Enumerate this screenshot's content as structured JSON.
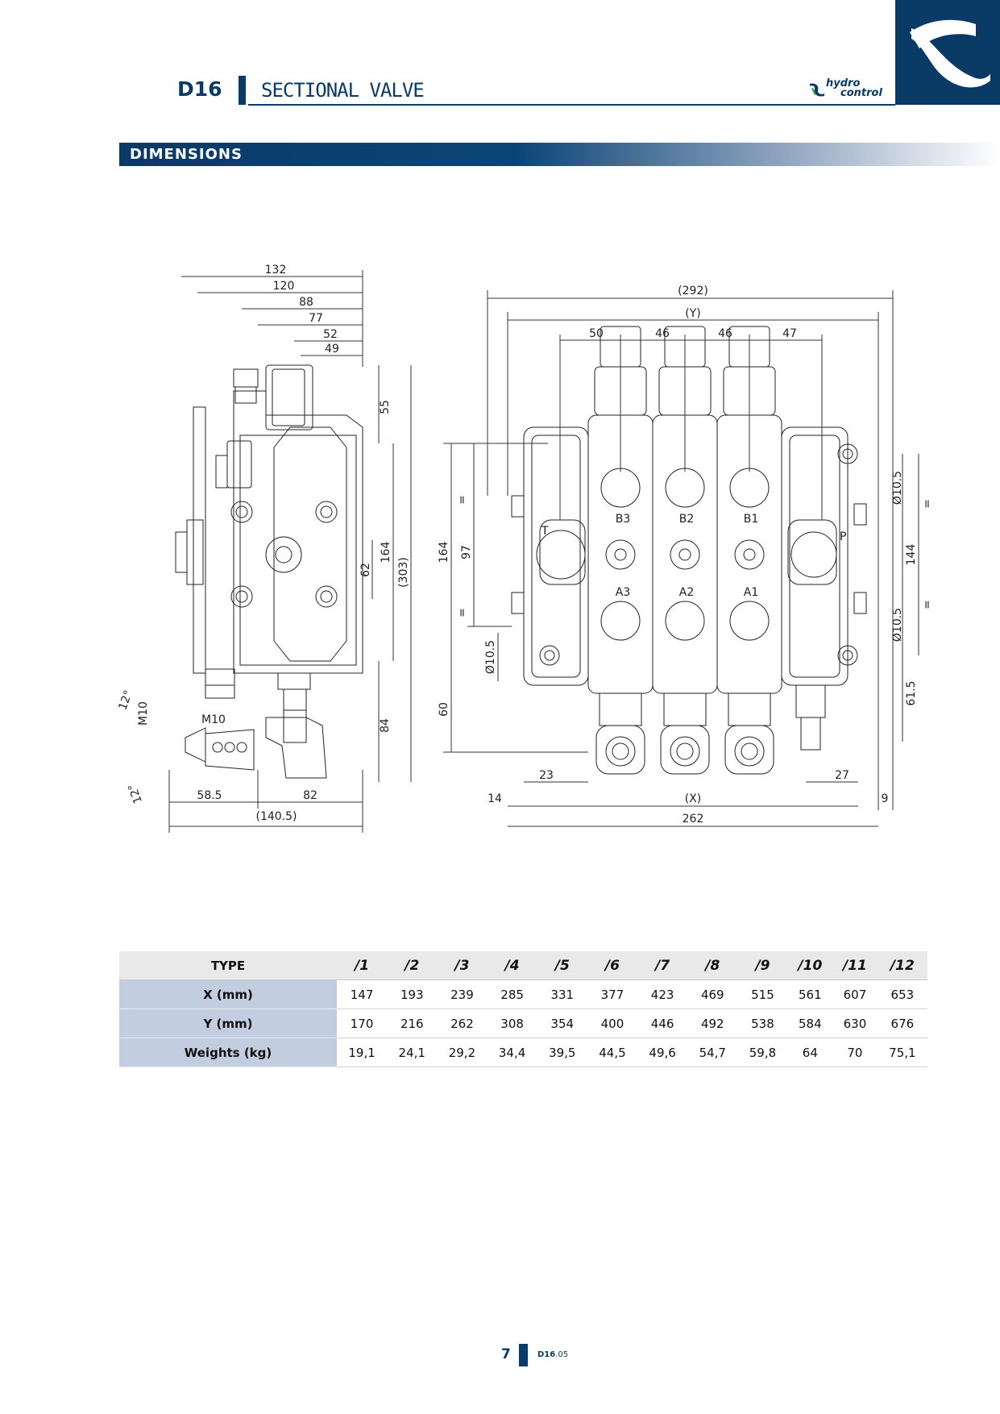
{
  "header": {
    "code": "D16",
    "title": "SECTIONAL VALVE",
    "brand_line1": "hydro",
    "brand_line2": "control"
  },
  "section": {
    "title": "DIMENSIONS"
  },
  "drawing": {
    "side_view": {
      "d132": "132",
      "d120": "120",
      "d88": "88",
      "d77": "77",
      "d52": "52",
      "d49": "49",
      "d55": "55",
      "d62": "62",
      "d164": "164",
      "d303": "(303)",
      "d84": "84",
      "d58_5": "58.5",
      "d82": "82",
      "d140_5": "(140.5)",
      "m10_thread": "M10",
      "m10_label": "M10",
      "angle_top": "12°",
      "angle_bottom": "12°"
    },
    "front_view": {
      "d292": "(292)",
      "dY": "(Y)",
      "d50": "50",
      "d46a": "46",
      "d46b": "46",
      "d47": "47",
      "d164": "164",
      "d97": "97",
      "d60": "60",
      "dia_left": "Ø10.5",
      "d23": "23",
      "d14": "14",
      "dX": "(X)",
      "d262": "262",
      "d27": "27",
      "d9": "9",
      "dia_right_top": "Ø10.5",
      "dia_right_bottom": "Ø10.5",
      "d144": "144",
      "d61_5": "61.5",
      "eq": "=",
      "ports": {
        "T": "T",
        "P": "P",
        "B3": "B3",
        "B2": "B2",
        "B1": "B1",
        "A3": "A3",
        "A2": "A2",
        "A1": "A1"
      }
    }
  },
  "table": {
    "header_label": "TYPE",
    "columns": [
      "/1",
      "/2",
      "/3",
      "/4",
      "/5",
      "/6",
      "/7",
      "/8",
      "/9",
      "/10",
      "/11",
      "/12"
    ],
    "rows": [
      {
        "label": "X (mm)",
        "values": [
          "147",
          "193",
          "239",
          "285",
          "331",
          "377",
          "423",
          "469",
          "515",
          "561",
          "607",
          "653"
        ]
      },
      {
        "label": "Y (mm)",
        "values": [
          "170",
          "216",
          "262",
          "308",
          "354",
          "400",
          "446",
          "492",
          "538",
          "584",
          "630",
          "676"
        ]
      },
      {
        "label": "Weights (kg)",
        "values": [
          "19,1",
          "24,1",
          "29,2",
          "34,4",
          "39,5",
          "44,5",
          "49,6",
          "54,7",
          "59,8",
          "64",
          "70",
          "75,1"
        ]
      }
    ]
  },
  "footer": {
    "page_number": "7",
    "doc_code_bold": "D16",
    "doc_code_rev": ".05"
  },
  "colors": {
    "brand_blue": "#0a3a66",
    "label_cell": "#c3cde0",
    "header_cell": "#e9e9e9"
  }
}
